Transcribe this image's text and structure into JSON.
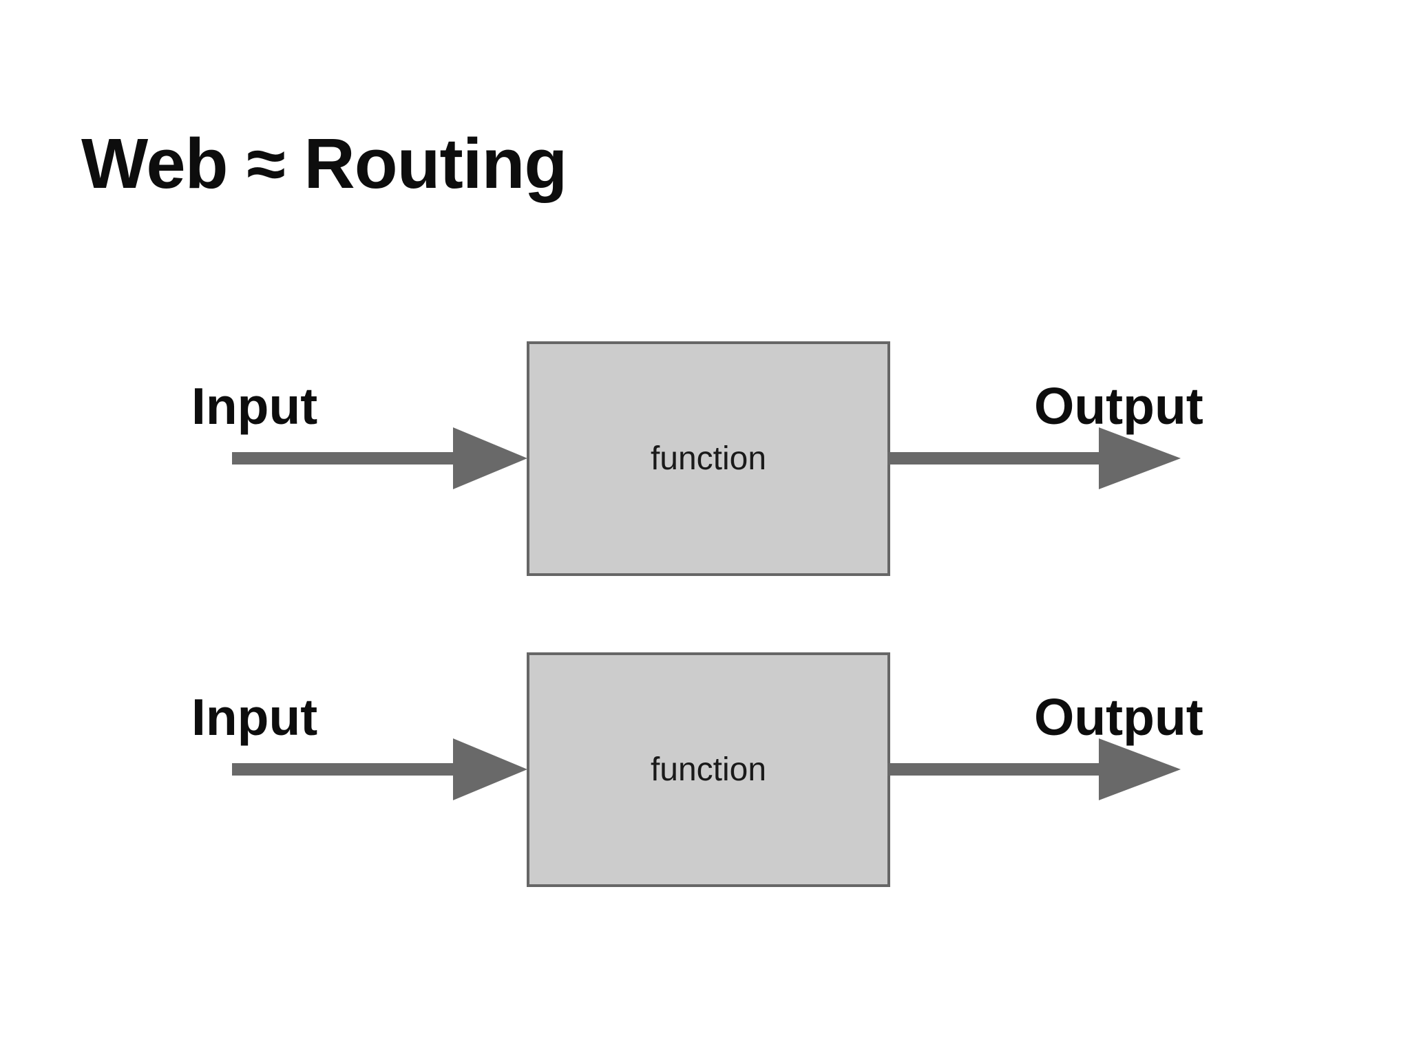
{
  "title": "Web ≈ Routing",
  "colors": {
    "background": "#ffffff",
    "text": "#0d0d0d",
    "box_fill": "#cccccc",
    "box_border": "#666666",
    "arrow": "#696969"
  },
  "rows": [
    {
      "input_label": "Input",
      "function_label": "function",
      "output_label": "Output"
    },
    {
      "input_label": "Input",
      "function_label": "function",
      "output_label": "Output"
    }
  ]
}
